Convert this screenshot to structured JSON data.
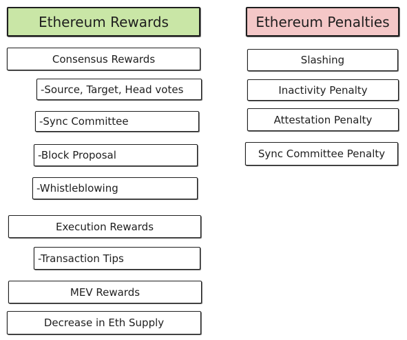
{
  "colors": {
    "rewards_header_fill": "#c9e6a6",
    "penalties_header_fill": "#f4c7c7",
    "stroke": "#1e1e1e"
  },
  "rewards": {
    "title": "Ethereum Rewards",
    "consensus": "Consensus Rewards",
    "consensus_items": [
      "-Source, Target, Head votes",
      "-Sync Committee",
      "-Block Proposal",
      "-Whistleblowing"
    ],
    "execution": "Execution Rewards",
    "execution_items": [
      "-Transaction Tips"
    ],
    "mev": "MEV Rewards",
    "supply": "Decrease in Eth Supply"
  },
  "penalties": {
    "title": "Ethereum Penalties",
    "items": [
      "Slashing",
      "Inactivity Penalty",
      "Attestation Penalty",
      "Sync Committee Penalty"
    ]
  }
}
